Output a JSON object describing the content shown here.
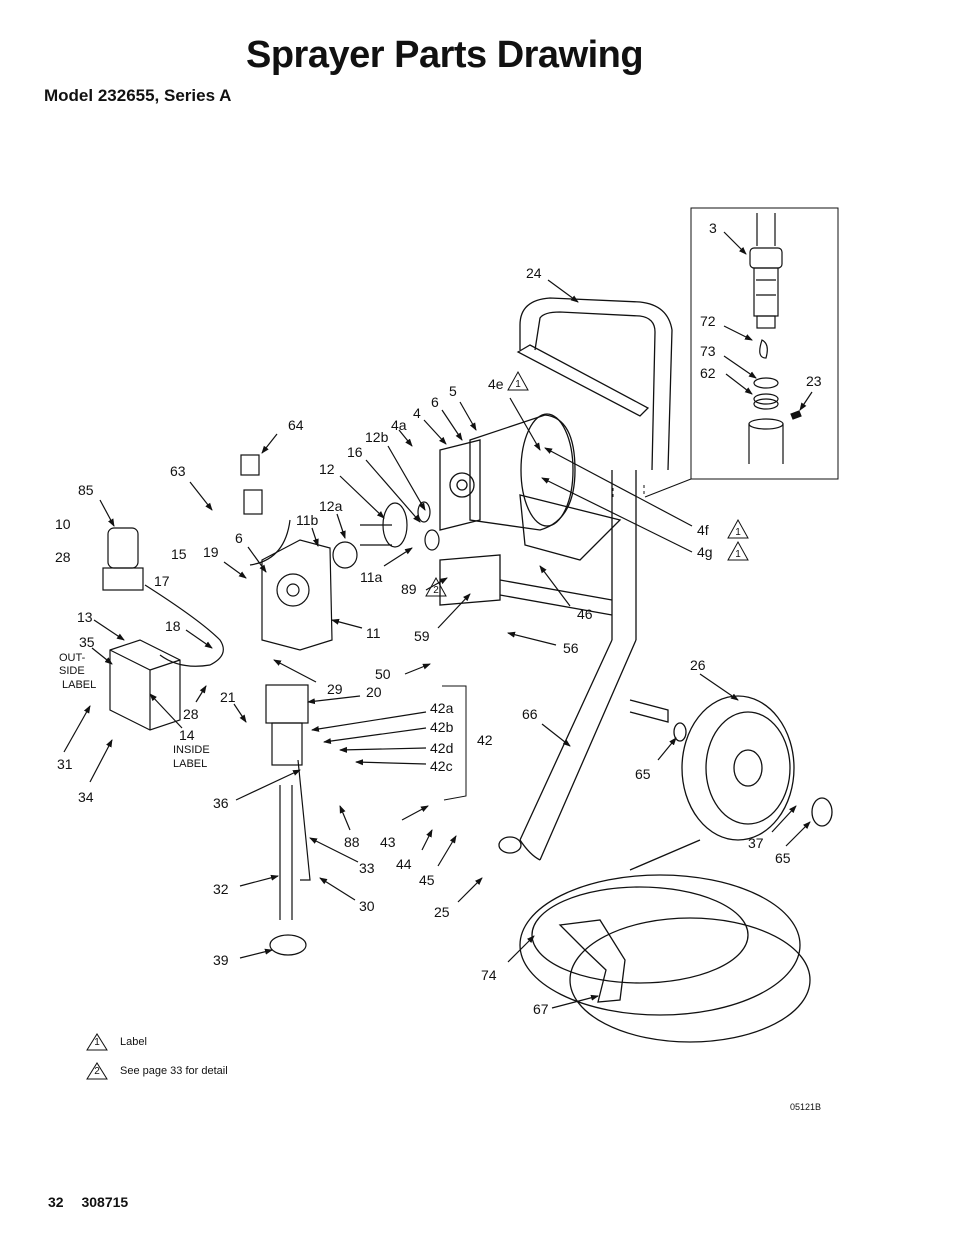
{
  "page": {
    "title": "Sprayer Parts Drawing",
    "subtitle": "Model 232655, Series A"
  },
  "callouts": {
    "c3": "3",
    "c72": "72",
    "c73": "73",
    "c62": "62",
    "c23": "23",
    "c24": "24",
    "c5": "5",
    "c6a": "6",
    "c4e": "4e",
    "c4": "4",
    "c4a": "4a",
    "c12b": "12b",
    "c16": "16",
    "c64": "64",
    "c12": "12",
    "c63": "63",
    "c12a": "12a",
    "c11b": "11b",
    "c85": "85",
    "c10": "10",
    "c6b": "6",
    "c19": "19",
    "c15": "15",
    "c28a": "28",
    "c17": "17",
    "c11a": "11a",
    "c89": "89",
    "c4f": "4f",
    "c4g": "4g",
    "c46": "46",
    "c13": "13",
    "c18": "18",
    "c11": "11",
    "c35": "35",
    "c59": "59",
    "c56": "56",
    "c26": "26",
    "c50": "50",
    "c29": "29",
    "c20": "20",
    "c21": "21",
    "c28b": "28",
    "c14": "14",
    "c42a": "42a",
    "c42b": "42b",
    "c42": "42",
    "c66": "66",
    "c42d": "42d",
    "c42c": "42c",
    "c31": "31",
    "c34": "34",
    "c65a": "65",
    "c36": "36",
    "c43": "43",
    "c88": "88",
    "c44": "44",
    "c37": "37",
    "c65b": "65",
    "c33": "33",
    "c45": "45",
    "c32": "32",
    "c30": "30",
    "c25": "25",
    "c39": "39",
    "c74": "74",
    "c67": "67"
  },
  "notes": {
    "outside_1": "OUT-",
    "outside_2": "SIDE",
    "outside_3": "LABEL",
    "inside_1": "INSIDE",
    "inside_2": "LABEL"
  },
  "flags": {
    "f1": "1",
    "f2": "2"
  },
  "legend": [
    {
      "symbol": "1",
      "text": "Label"
    },
    {
      "symbol": "2",
      "text": "See page 33 for detail"
    }
  ],
  "drawing_number": "05121B",
  "footer": {
    "page_number": "32",
    "manual_number": "308715"
  }
}
